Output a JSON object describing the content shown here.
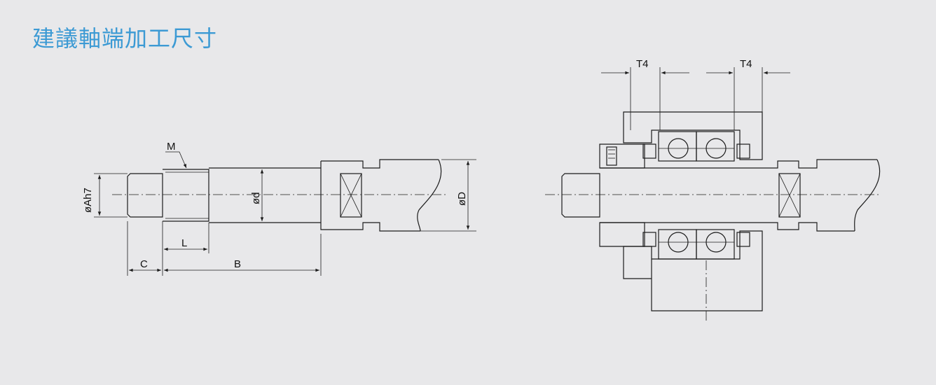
{
  "title": "建議軸端加工尺寸",
  "labels": {
    "thread": "M",
    "dia_A": "øAh7",
    "dia_d": "ød",
    "dia_D": "øD",
    "len_L": "L",
    "len_C": "C",
    "len_B": "B",
    "t4_left": "T4",
    "t4_right": "T4"
  }
}
